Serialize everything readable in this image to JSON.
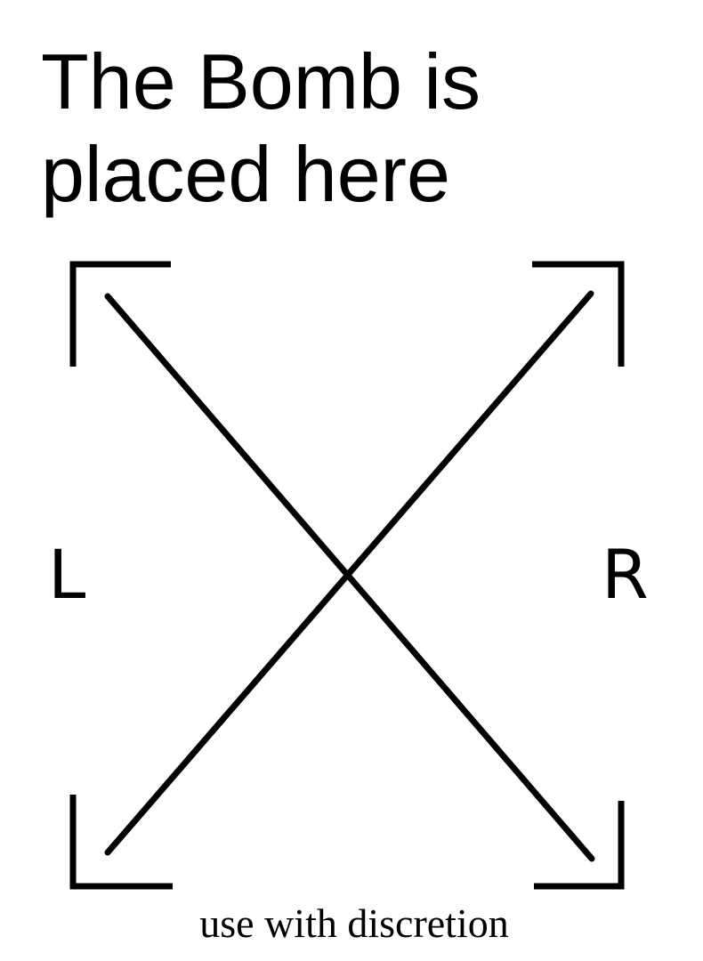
{
  "title": {
    "line1": "The Bomb is",
    "line2": "placed here"
  },
  "labels": {
    "left": "L",
    "right": "R"
  },
  "caption": "use with discretion",
  "colors": {
    "ink": "#000000",
    "background": "#ffffff"
  }
}
